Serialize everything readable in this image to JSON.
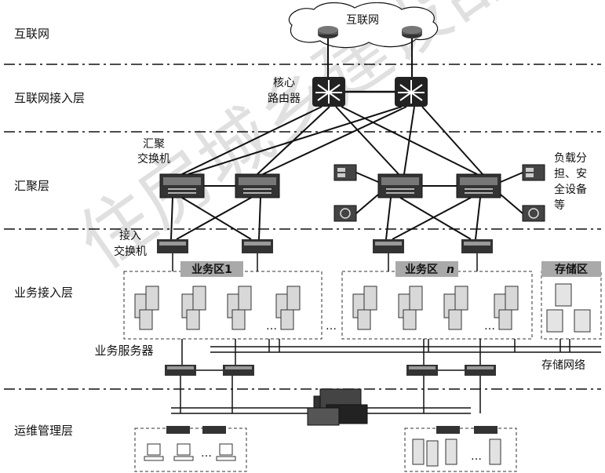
{
  "layers": [
    {
      "label": "互联网"
    },
    {
      "label": "互联网接入层"
    },
    {
      "label": "汇聚层"
    },
    {
      "label": "业务接入层"
    },
    {
      "label": "运维管理层"
    }
  ],
  "labels": {
    "internet_cloud": "互联网",
    "core_router_line1": "核心",
    "core_router_line2": "路由器",
    "agg_switch_line1": "汇聚",
    "agg_switch_line2": "交换机",
    "access_switch_line1": "接入",
    "access_switch_line2": "交换机",
    "zone1": "业务区1",
    "zone_n_prefix": "业务区",
    "zone_n_suffix": "n",
    "storage_zone": "存储区",
    "lb_line1": "负载分",
    "lb_line2": "担、安",
    "lb_line3": "全设备",
    "lb_line4": "等",
    "business_servers": "业务服务器",
    "storage_network": "存储网络",
    "ellipsis": "…",
    "ellipsis_small": "…",
    "watermark": "住房城乡建设部"
  },
  "colors": {
    "device_dark": "#2a2a2a",
    "zone_header": "#a9a9a9",
    "line": "#111111"
  }
}
